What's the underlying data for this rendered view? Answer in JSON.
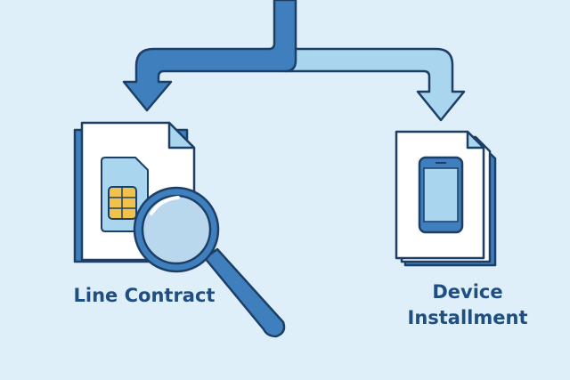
{
  "labels": {
    "left": "Line Contract",
    "right_line1": "Device",
    "right_line2": "Installment"
  },
  "colors": {
    "background": "#dfeff9",
    "dark_blue": "#3f7fbe",
    "light_blue": "#a9d6ee",
    "outline": "#1d3f66",
    "chip": "#f1c24b",
    "text": "#1f4f80"
  }
}
